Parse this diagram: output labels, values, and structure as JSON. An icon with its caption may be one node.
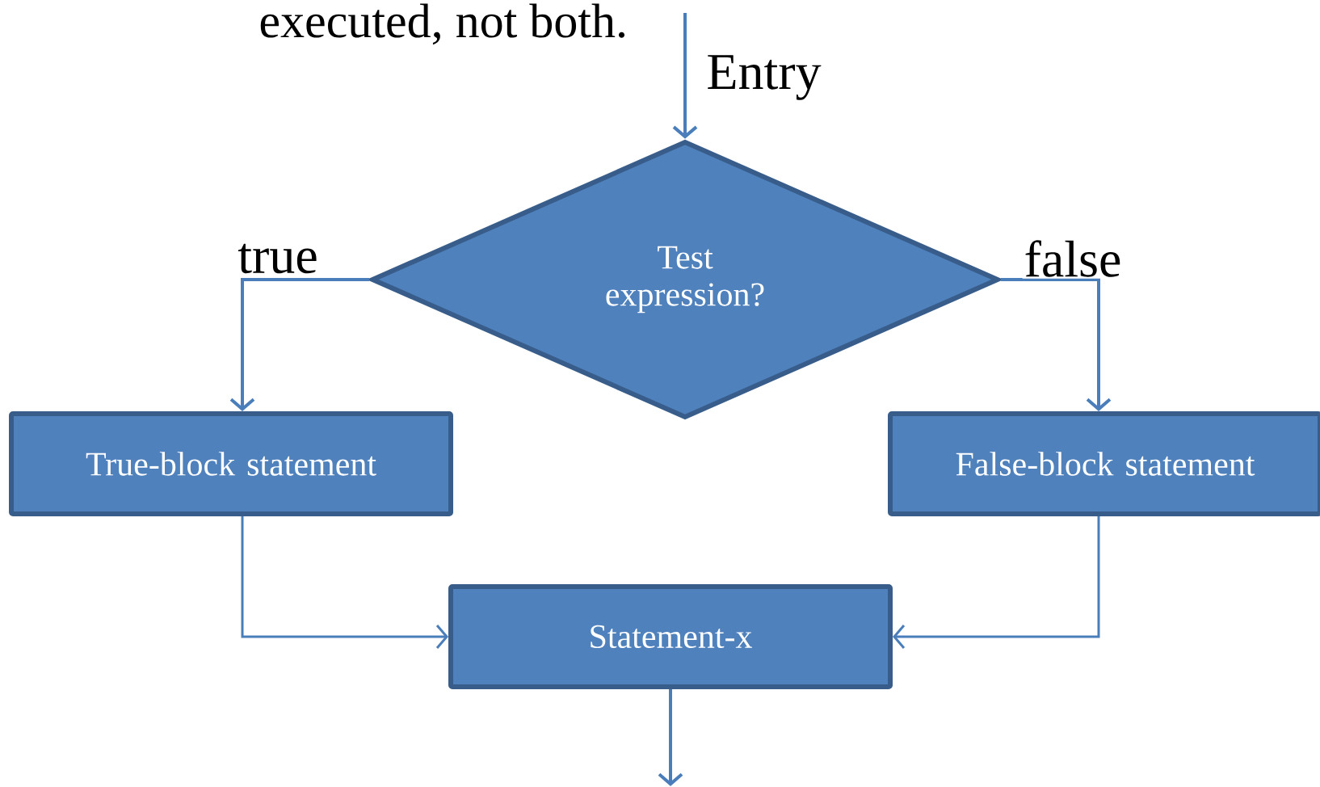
{
  "diagram": {
    "nodes": [
      {
        "text": [
          "Test expression?"
        ]
      },
      {
        "text": [
          "True-block statement"
        ]
      },
      {
        "text": [
          "False-block statement"
        ]
      },
      {
        "text": [
          "Statement-x"
        ]
      }
    ],
    "edges": [
      {
        "from": null,
        "to": 0,
        "arrow": "to",
        "label": "Entry"
      },
      {
        "from": 0,
        "to": 1,
        "arrow": "to",
        "label": "true"
      },
      {
        "from": 0,
        "to": 2,
        "arrow": "to",
        "label": "false"
      },
      {
        "from": 1,
        "to": 3,
        "arrow": "to"
      },
      {
        "from": 2,
        "to": 3,
        "arrow": "to"
      },
      {
        "from": 3,
        "to": null,
        "arrow": "to"
      }
    ],
    "labels": [
      "executed, not both."
    ]
  }
}
